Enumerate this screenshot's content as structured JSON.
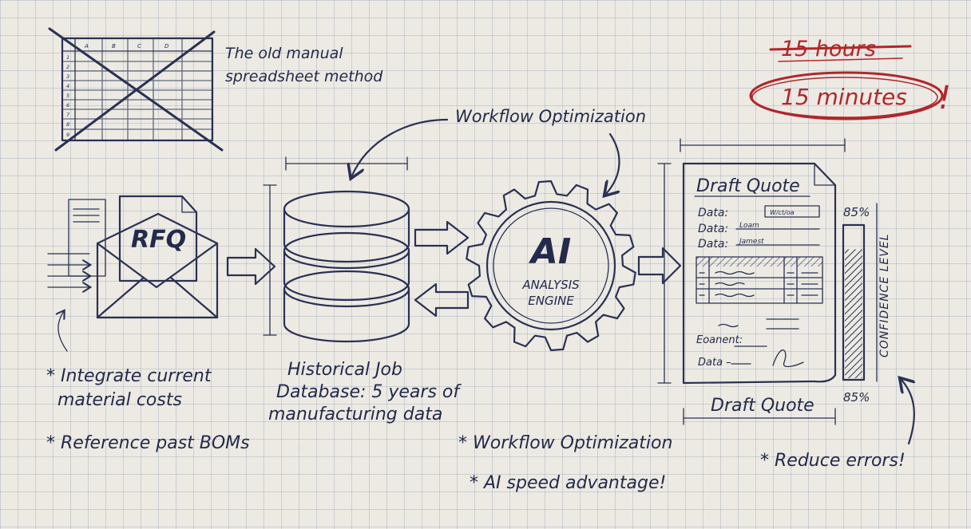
{
  "spreadsheet": {
    "caption_line1": "The old manual",
    "caption_line2": "spreadsheet method",
    "column_letters": [
      "A",
      "B",
      "C",
      "D"
    ],
    "row_numbers": [
      "1",
      "2",
      "3",
      "4",
      "5",
      "6",
      "7",
      "8",
      "9"
    ]
  },
  "time_savings": {
    "old_time": "15 hours",
    "new_time": "15 minutes",
    "exclamation": "!",
    "accent_color": "#b1262b"
  },
  "rfq": {
    "label": "RFQ",
    "notes": [
      "* Integrate current",
      "material costs",
      "* Reference past BOMs"
    ]
  },
  "database": {
    "caption": [
      "Historical Job",
      "Database: 5 years of",
      "manufacturing data"
    ]
  },
  "ai_engine": {
    "title": "AI",
    "subtitle_line1": "ANALYSIS",
    "subtitle_line2": "ENGINE",
    "top_label": "Workflow Optimization",
    "notes": [
      "* Workflow Optimization",
      "* AI speed advantage!"
    ]
  },
  "draft_quote": {
    "header": "Draft Quote",
    "fields": [
      "Data:",
      "Data:",
      "Data:"
    ],
    "field_values": [
      "W/ct/oa",
      "Loam",
      "Jamest"
    ],
    "bottom_fields": [
      "Eoanent:",
      "Data –"
    ],
    "bottom_label": "Draft Quote",
    "confidence_top": "85%",
    "confidence_bottom": "85%",
    "confidence_label": "CONFIDENCE LEVEL",
    "confidence_value": 0.85,
    "note": "* Reduce errors!"
  },
  "icons": [
    "spreadsheet-crossed-icon",
    "envelope-icon",
    "database-icon",
    "gear-icon",
    "document-icon",
    "arrow-icon"
  ]
}
